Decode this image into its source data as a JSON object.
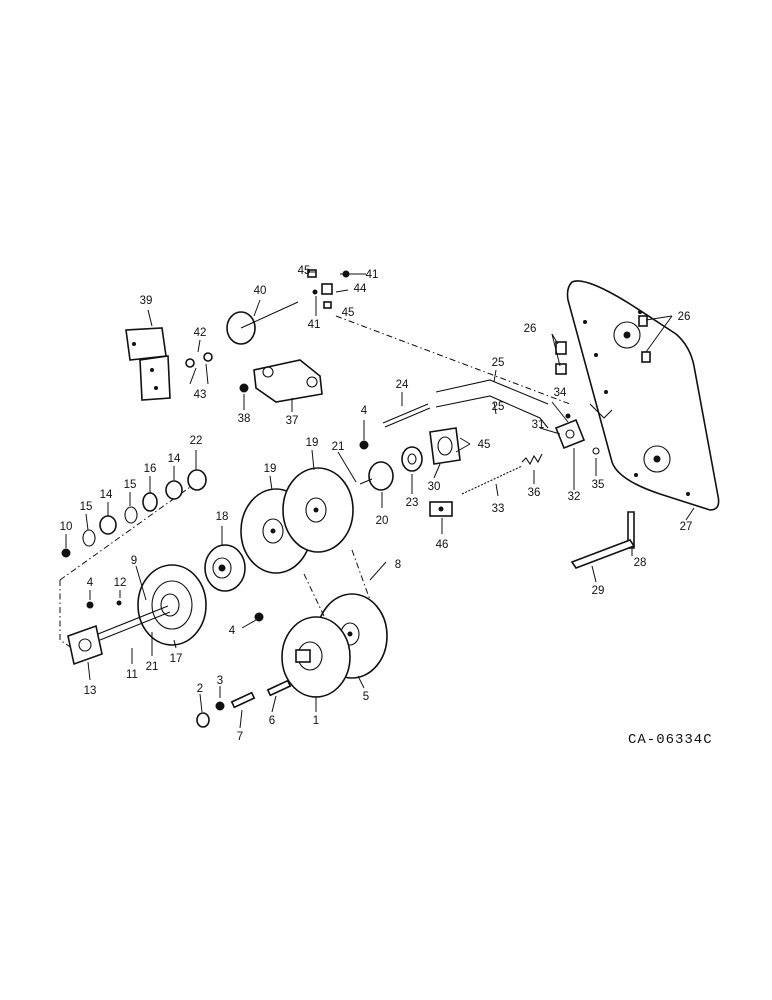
{
  "diagram": {
    "reference_code": "CA-06334C",
    "callouts": {
      "c1": "1",
      "c2": "2",
      "c3": "3",
      "c4a": "4",
      "c4b": "4",
      "c4c": "4",
      "c5": "5",
      "c6": "6",
      "c7": "7",
      "c8": "8",
      "c9": "9",
      "c10": "10",
      "c11": "11",
      "c12": "12",
      "c13": "13",
      "c14a": "14",
      "c14b": "14",
      "c15a": "15",
      "c15b": "15",
      "c16": "16",
      "c17": "17",
      "c18": "18",
      "c19a": "19",
      "c19b": "19",
      "c20": "20",
      "c21a": "21",
      "c21b": "21",
      "c22": "22",
      "c23": "23",
      "c24": "24",
      "c25a": "25",
      "c25b": "25",
      "c26a": "26",
      "c26b": "26",
      "c27": "27",
      "c28": "28",
      "c29": "29",
      "c30": "30",
      "c31": "31",
      "c32": "32",
      "c33": "33",
      "c34": "34",
      "c35": "35",
      "c36": "36",
      "c37": "37",
      "c38": "38",
      "c39": "39",
      "c40": "40",
      "c41a": "41",
      "c41b": "41",
      "c42": "42",
      "c43": "43",
      "c44": "44",
      "c45a": "45",
      "c45b": "45",
      "c45c": "45",
      "c46": "46"
    }
  }
}
